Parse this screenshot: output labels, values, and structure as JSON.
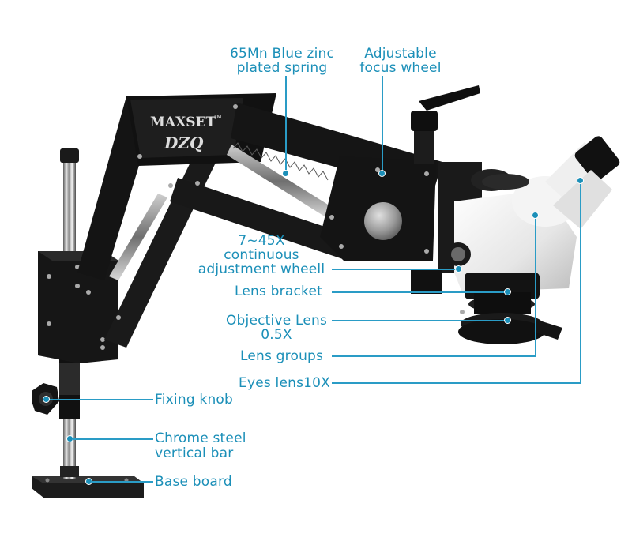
{
  "brand": {
    "name": "MAXSET",
    "tm": "TM",
    "sub_logo": "DZQ"
  },
  "labels": {
    "spring": [
      "65Mn Blue zinc",
      "plated spring"
    ],
    "focus": [
      "Adjustable",
      "focus wheel"
    ],
    "zoom": [
      "7~45X",
      "continuous",
      "adjustment wheell"
    ],
    "bracket": "Lens bracket",
    "objective": [
      "Objective Lens",
      "0.5X"
    ],
    "groups": "Lens groups",
    "eyes": "Eyes lens10X",
    "knob": "Fixing knob",
    "bar": [
      "Chrome steel",
      "vertical bar"
    ],
    "base": "Base board"
  },
  "colors": {
    "annotation": "#1b8fb8",
    "leader": "#2a9cc6",
    "metal": "#1a1a1a",
    "head": "#f2f2f2"
  }
}
